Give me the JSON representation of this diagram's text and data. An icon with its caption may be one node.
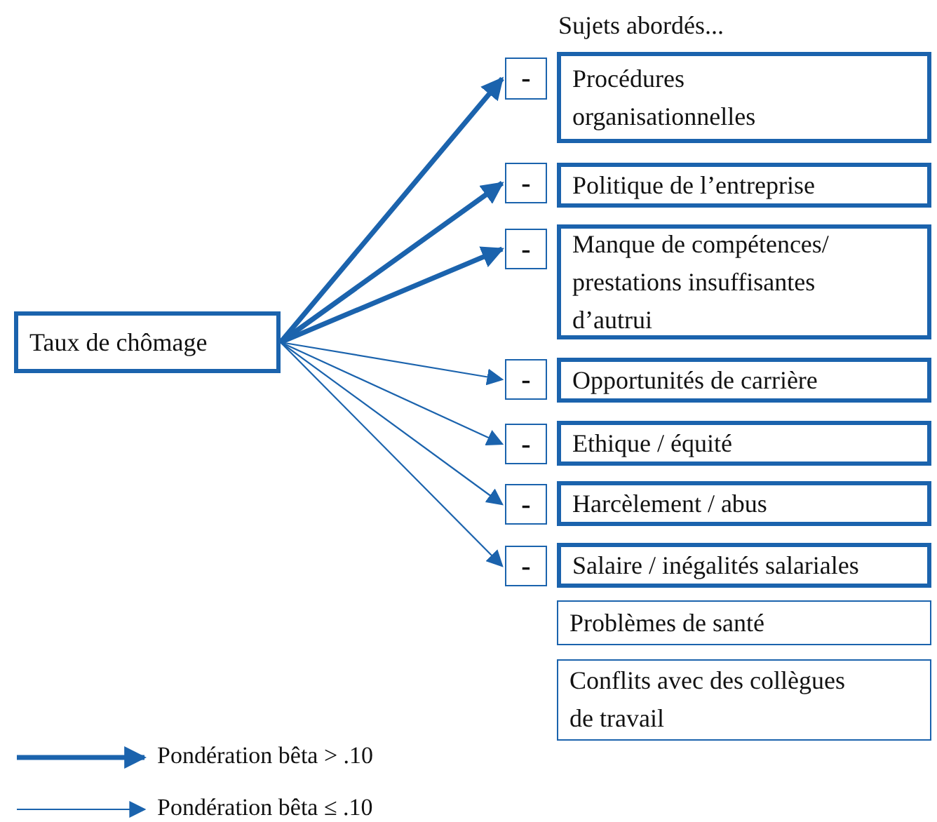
{
  "diagram": {
    "nodes": [
      {
        "text": [
          "Taux de chômage"
        ]
      },
      {
        "text": [
          "-"
        ]
      },
      {
        "text": [
          "Procédures organisationnelles"
        ]
      },
      {
        "text": [
          "-"
        ]
      },
      {
        "text": [
          "Politique de l’entreprise"
        ]
      },
      {
        "text": [
          "-"
        ]
      },
      {
        "text": [
          "Manque de compétences/ prestations insuffisantes d’autrui"
        ]
      },
      {
        "text": [
          "-"
        ]
      },
      {
        "text": [
          "Opportunités de carrière"
        ]
      },
      {
        "text": [
          "-"
        ]
      },
      {
        "text": [
          "Ethique / équité"
        ]
      },
      {
        "text": [
          "-"
        ]
      },
      {
        "text": [
          "Harcèlement / abus"
        ]
      },
      {
        "text": [
          "-"
        ]
      },
      {
        "text": [
          "Salaire / inégalités salariales"
        ]
      },
      {
        "text": [
          "Problèmes de santé"
        ]
      },
      {
        "text": [
          "Conflits avec des collègues de travail"
        ]
      }
    ],
    "edges": [
      {
        "from": 0,
        "to": 1,
        "arrow": "to",
        "style": "thick"
      },
      {
        "from": 0,
        "to": 3,
        "arrow": "to",
        "style": "thick"
      },
      {
        "from": 0,
        "to": 5,
        "arrow": "to",
        "style": "thick"
      },
      {
        "from": 0,
        "to": 7,
        "arrow": "to"
      },
      {
        "from": 0,
        "to": 9,
        "arrow": "to"
      },
      {
        "from": 0,
        "to": 11,
        "arrow": "to"
      },
      {
        "from": 0,
        "to": 13,
        "arrow": "to"
      }
    ],
    "labels": [
      "Sujets abordés..."
    ],
    "legend": [
      {
        "text": "Pondération bêta > .10"
      },
      {
        "text": "Pondération bêta ≤ .10"
      }
    ]
  }
}
